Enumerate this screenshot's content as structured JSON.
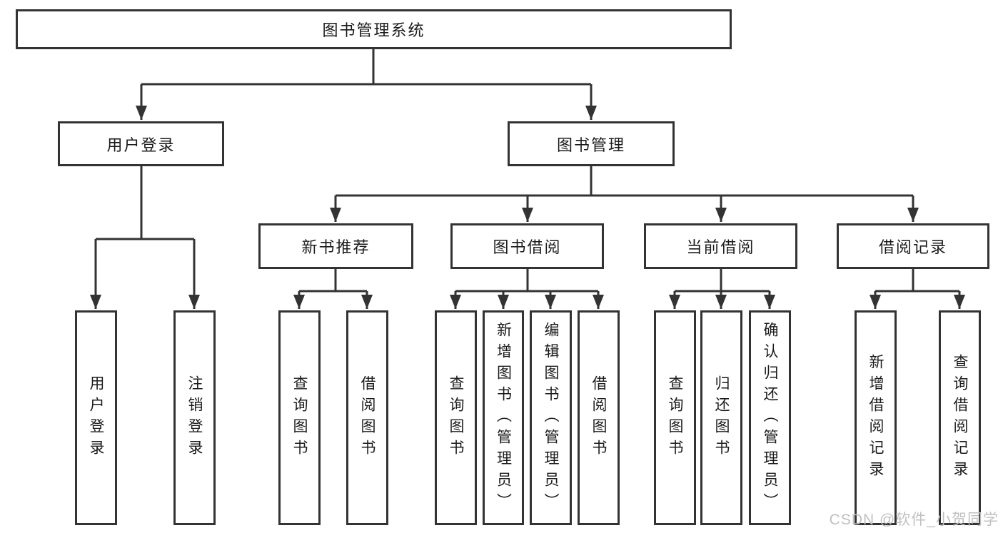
{
  "diagram": {
    "type": "hierarchy-tree",
    "root": {
      "label": "图书管理系统",
      "children": [
        {
          "label": "用户登录",
          "children": [
            {
              "label": "用户登录"
            },
            {
              "label": "注销登录"
            }
          ]
        },
        {
          "label": "图书管理",
          "children": [
            {
              "label": "新书推荐",
              "children": [
                {
                  "label": "查询图书"
                },
                {
                  "label": "借阅图书"
                }
              ]
            },
            {
              "label": "图书借阅",
              "children": [
                {
                  "label": "查询图书"
                },
                {
                  "label": "新增图书（管理员）"
                },
                {
                  "label": "编辑图书（管理员）"
                },
                {
                  "label": "借阅图书"
                }
              ]
            },
            {
              "label": "当前借阅",
              "children": [
                {
                  "label": "查询图书"
                },
                {
                  "label": "归还图书"
                },
                {
                  "label": "确认归还（管理员）"
                }
              ]
            },
            {
              "label": "借阅记录",
              "children": [
                {
                  "label": "新增借阅记录"
                },
                {
                  "label": "查询借阅记录"
                }
              ]
            }
          ]
        }
      ]
    },
    "colors": {
      "line": "#333333",
      "box_border": "#333333",
      "box_background": "#ffffff",
      "text": "#1b1b1b",
      "watermark": "#c0c0c0",
      "page_background": "#ffffff"
    }
  },
  "watermark": {
    "text": "CSDN @软件_小贺同学"
  }
}
